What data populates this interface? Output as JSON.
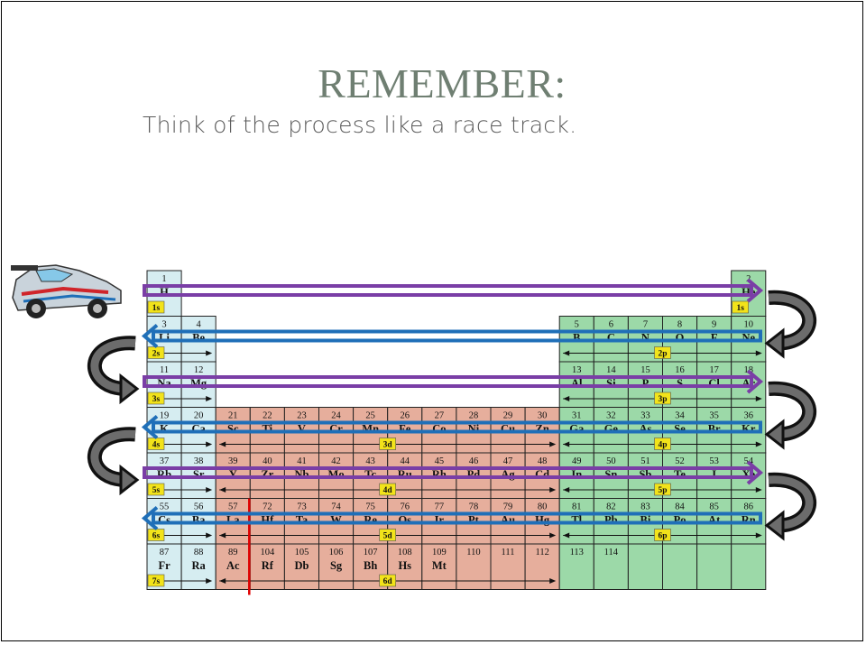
{
  "slide": {
    "title": "REMEMBER:",
    "subtitle": "Think of the process like a race track."
  },
  "colors": {
    "s_block": "#d6edf1",
    "d_block": "#e6ae9c",
    "p_block": "#9cd9a8",
    "orbital_label": "#f2e31a",
    "purple_track": "#7a3ea6",
    "blue_track": "#1f6fb8",
    "grid_line": "#222222",
    "lanthanide_marker": "#e00000"
  },
  "rows": [
    {
      "cells": [
        {
          "col": 1,
          "num": "1",
          "sym": "H"
        },
        {
          "col": 18,
          "num": "2",
          "sym": "He"
        }
      ],
      "labels": [
        {
          "text": "1s",
          "col": 1
        },
        {
          "text": "1s",
          "col": 18
        }
      ],
      "spans": []
    },
    {
      "cells": [
        {
          "col": 1,
          "num": "3",
          "sym": "Li"
        },
        {
          "col": 2,
          "num": "4",
          "sym": "Be"
        },
        {
          "col": 13,
          "num": "5",
          "sym": "B"
        },
        {
          "col": 14,
          "num": "6",
          "sym": "C"
        },
        {
          "col": 15,
          "num": "7",
          "sym": "N"
        },
        {
          "col": 16,
          "num": "8",
          "sym": "O"
        },
        {
          "col": 17,
          "num": "9",
          "sym": "F"
        },
        {
          "col": 18,
          "num": "10",
          "sym": "Ne"
        }
      ],
      "labels": [
        {
          "text": "2s",
          "col": 1
        },
        {
          "text": "2p",
          "col": 15.5
        }
      ],
      "spans": [
        {
          "from": 1,
          "to": 2
        },
        {
          "from": 13,
          "to": 18
        }
      ]
    },
    {
      "cells": [
        {
          "col": 1,
          "num": "11",
          "sym": "Na"
        },
        {
          "col": 2,
          "num": "12",
          "sym": "Mg"
        },
        {
          "col": 13,
          "num": "13",
          "sym": "Al"
        },
        {
          "col": 14,
          "num": "14",
          "sym": "Si"
        },
        {
          "col": 15,
          "num": "15",
          "sym": "P"
        },
        {
          "col": 16,
          "num": "16",
          "sym": "S"
        },
        {
          "col": 17,
          "num": "17",
          "sym": "Cl"
        },
        {
          "col": 18,
          "num": "18",
          "sym": "Ar"
        }
      ],
      "labels": [
        {
          "text": "3s",
          "col": 1
        },
        {
          "text": "3p",
          "col": 15.5
        }
      ],
      "spans": [
        {
          "from": 1,
          "to": 2
        },
        {
          "from": 13,
          "to": 18
        }
      ]
    },
    {
      "cells": [
        {
          "col": 1,
          "num": "19",
          "sym": "K"
        },
        {
          "col": 2,
          "num": "20",
          "sym": "Ca"
        },
        {
          "col": 3,
          "num": "21",
          "sym": "Sc"
        },
        {
          "col": 4,
          "num": "22",
          "sym": "Ti"
        },
        {
          "col": 5,
          "num": "23",
          "sym": "V"
        },
        {
          "col": 6,
          "num": "24",
          "sym": "Cr"
        },
        {
          "col": 7,
          "num": "25",
          "sym": "Mn"
        },
        {
          "col": 8,
          "num": "26",
          "sym": "Fe"
        },
        {
          "col": 9,
          "num": "27",
          "sym": "Co"
        },
        {
          "col": 10,
          "num": "28",
          "sym": "Ni"
        },
        {
          "col": 11,
          "num": "29",
          "sym": "Cu"
        },
        {
          "col": 12,
          "num": "30",
          "sym": "Zn"
        },
        {
          "col": 13,
          "num": "31",
          "sym": "Ga"
        },
        {
          "col": 14,
          "num": "32",
          "sym": "Ge"
        },
        {
          "col": 15,
          "num": "33",
          "sym": "As"
        },
        {
          "col": 16,
          "num": "34",
          "sym": "Se"
        },
        {
          "col": 17,
          "num": "35",
          "sym": "Br"
        },
        {
          "col": 18,
          "num": "36",
          "sym": "Kr"
        }
      ],
      "labels": [
        {
          "text": "4s",
          "col": 1
        },
        {
          "text": "3d",
          "col": 7.5
        },
        {
          "text": "4p",
          "col": 15.5
        }
      ],
      "spans": [
        {
          "from": 1,
          "to": 2
        },
        {
          "from": 3,
          "to": 12
        },
        {
          "from": 13,
          "to": 18
        }
      ]
    },
    {
      "cells": [
        {
          "col": 1,
          "num": "37",
          "sym": "Rb"
        },
        {
          "col": 2,
          "num": "38",
          "sym": "Sr"
        },
        {
          "col": 3,
          "num": "39",
          "sym": "Y"
        },
        {
          "col": 4,
          "num": "40",
          "sym": "Zr"
        },
        {
          "col": 5,
          "num": "41",
          "sym": "Nb"
        },
        {
          "col": 6,
          "num": "42",
          "sym": "Mo"
        },
        {
          "col": 7,
          "num": "43",
          "sym": "Tc"
        },
        {
          "col": 8,
          "num": "44",
          "sym": "Ru"
        },
        {
          "col": 9,
          "num": "45",
          "sym": "Rh"
        },
        {
          "col": 10,
          "num": "46",
          "sym": "Pd"
        },
        {
          "col": 11,
          "num": "47",
          "sym": "Ag"
        },
        {
          "col": 12,
          "num": "48",
          "sym": "Cd"
        },
        {
          "col": 13,
          "num": "49",
          "sym": "In"
        },
        {
          "col": 14,
          "num": "50",
          "sym": "Sn"
        },
        {
          "col": 15,
          "num": "51",
          "sym": "Sb"
        },
        {
          "col": 16,
          "num": "52",
          "sym": "Te"
        },
        {
          "col": 17,
          "num": "53",
          "sym": "I"
        },
        {
          "col": 18,
          "num": "54",
          "sym": "Xe"
        }
      ],
      "labels": [
        {
          "text": "5s",
          "col": 1
        },
        {
          "text": "4d",
          "col": 7.5
        },
        {
          "text": "5p",
          "col": 15.5
        }
      ],
      "spans": [
        {
          "from": 1,
          "to": 2
        },
        {
          "from": 3,
          "to": 12
        },
        {
          "from": 13,
          "to": 18
        }
      ]
    },
    {
      "cells": [
        {
          "col": 1,
          "num": "55",
          "sym": "Cs"
        },
        {
          "col": 2,
          "num": "56",
          "sym": "Ba"
        },
        {
          "col": 3,
          "num": "57",
          "sym": "La"
        },
        {
          "col": 4,
          "num": "72",
          "sym": "Hf"
        },
        {
          "col": 5,
          "num": "73",
          "sym": "Ta"
        },
        {
          "col": 6,
          "num": "74",
          "sym": "W"
        },
        {
          "col": 7,
          "num": "75",
          "sym": "Re"
        },
        {
          "col": 8,
          "num": "76",
          "sym": "Os"
        },
        {
          "col": 9,
          "num": "77",
          "sym": "Ir"
        },
        {
          "col": 10,
          "num": "78",
          "sym": "Pt"
        },
        {
          "col": 11,
          "num": "79",
          "sym": "Au"
        },
        {
          "col": 12,
          "num": "80",
          "sym": "Hg"
        },
        {
          "col": 13,
          "num": "81",
          "sym": "Tl"
        },
        {
          "col": 14,
          "num": "82",
          "sym": "Pb"
        },
        {
          "col": 15,
          "num": "83",
          "sym": "Bi"
        },
        {
          "col": 16,
          "num": "84",
          "sym": "Po"
        },
        {
          "col": 17,
          "num": "85",
          "sym": "At"
        },
        {
          "col": 18,
          "num": "86",
          "sym": "Rn"
        }
      ],
      "labels": [
        {
          "text": "6s",
          "col": 1
        },
        {
          "text": "5d",
          "col": 7.5
        },
        {
          "text": "6p",
          "col": 15.5
        }
      ],
      "spans": [
        {
          "from": 1,
          "to": 2
        },
        {
          "from": 3,
          "to": 12
        },
        {
          "from": 13,
          "to": 18
        }
      ]
    },
    {
      "cells": [
        {
          "col": 1,
          "num": "87",
          "sym": "Fr"
        },
        {
          "col": 2,
          "num": "88",
          "sym": "Ra"
        },
        {
          "col": 3,
          "num": "89",
          "sym": "Ac"
        },
        {
          "col": 4,
          "num": "104",
          "sym": "Rf"
        },
        {
          "col": 5,
          "num": "105",
          "sym": "Db"
        },
        {
          "col": 6,
          "num": "106",
          "sym": "Sg"
        },
        {
          "col": 7,
          "num": "107",
          "sym": "Bh"
        },
        {
          "col": 8,
          "num": "108",
          "sym": "Hs"
        },
        {
          "col": 9,
          "num": "109",
          "sym": "Mt"
        },
        {
          "col": 10,
          "num": "110",
          "sym": ""
        },
        {
          "col": 11,
          "num": "111",
          "sym": ""
        },
        {
          "col": 12,
          "num": "112",
          "sym": ""
        },
        {
          "col": 13,
          "num": "113",
          "sym": ""
        },
        {
          "col": 14,
          "num": "114",
          "sym": ""
        },
        {
          "col": 15,
          "num": "",
          "sym": ""
        },
        {
          "col": 16,
          "num": "",
          "sym": ""
        },
        {
          "col": 17,
          "num": "",
          "sym": ""
        },
        {
          "col": 18,
          "num": "",
          "sym": ""
        }
      ],
      "labels": [
        {
          "text": "7s",
          "col": 1
        },
        {
          "text": "6d",
          "col": 7.5
        }
      ],
      "spans": [
        {
          "from": 1,
          "to": 2
        },
        {
          "from": 3,
          "to": 12
        }
      ]
    }
  ],
  "tracks": [
    {
      "row": 0,
      "direction": "right",
      "color": "purple"
    },
    {
      "row": 1,
      "direction": "left",
      "color": "blue"
    },
    {
      "row": 2,
      "direction": "right",
      "color": "purple"
    },
    {
      "row": 3,
      "direction": "left",
      "color": "blue"
    },
    {
      "row": 4,
      "direction": "right",
      "color": "purple"
    },
    {
      "row": 5,
      "direction": "left",
      "color": "blue"
    }
  ],
  "turns": [
    {
      "after_row": 0,
      "side": "right"
    },
    {
      "after_row": 1,
      "side": "left"
    },
    {
      "after_row": 2,
      "side": "right"
    },
    {
      "after_row": 3,
      "side": "left"
    },
    {
      "after_row": 4,
      "side": "right"
    }
  ],
  "icons": {
    "race_car": "race-car-icon"
  }
}
